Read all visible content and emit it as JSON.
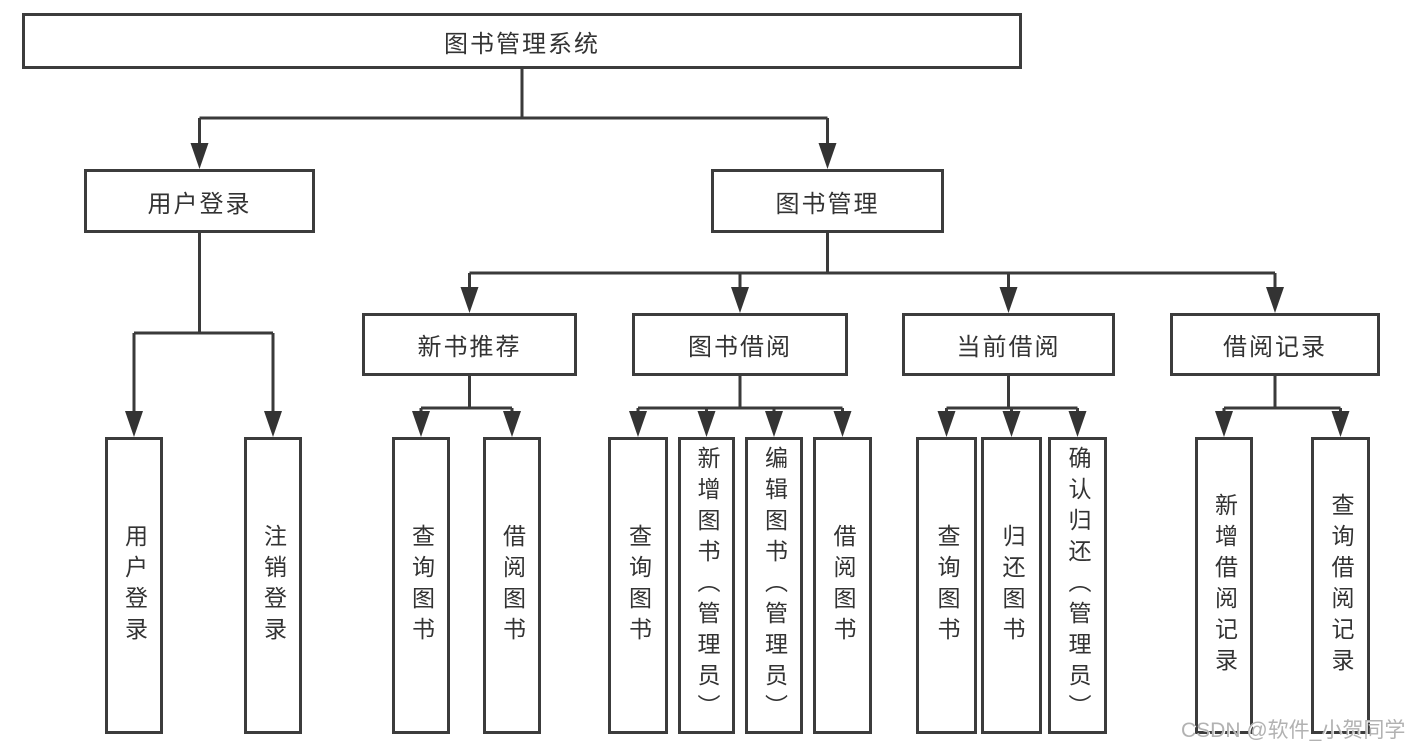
{
  "diagram": {
    "root": {
      "label": "图书管理系统"
    },
    "level2": {
      "user_login": {
        "label": "用户登录"
      },
      "book_mgmt": {
        "label": "图书管理"
      }
    },
    "level3": {
      "new_book_rec": {
        "label": "新书推荐"
      },
      "book_borrow": {
        "label": "图书借阅"
      },
      "current_borrow": {
        "label": "当前借阅"
      },
      "borrow_records": {
        "label": "借阅记录"
      }
    },
    "leaves": {
      "login": {
        "label": "用户登录"
      },
      "logout": {
        "label": "注销登录"
      },
      "rec_query_books": {
        "label": "查询图书"
      },
      "rec_borrow_books": {
        "label": "借阅图书"
      },
      "bor_query_books": {
        "label": "查询图书"
      },
      "bor_add_books": {
        "label": "新增图书（管理员）"
      },
      "bor_edit_books": {
        "label": "编辑图书（管理员）"
      },
      "bor_borrow_books": {
        "label": "借阅图书"
      },
      "cur_query_books": {
        "label": "查询图书"
      },
      "cur_return_books": {
        "label": "归还图书"
      },
      "cur_confirm_return": {
        "label": "确认归还（管理员）"
      },
      "log_add_record": {
        "label": "新增借阅记录"
      },
      "log_query_record": {
        "label": "查询借阅记录"
      }
    },
    "colors": {
      "line": "#3a3a3a",
      "text": "#333333",
      "watermark_gray": "#b2b2b2"
    }
  },
  "watermark": {
    "text": "CSDN @软件_小贺同学"
  }
}
